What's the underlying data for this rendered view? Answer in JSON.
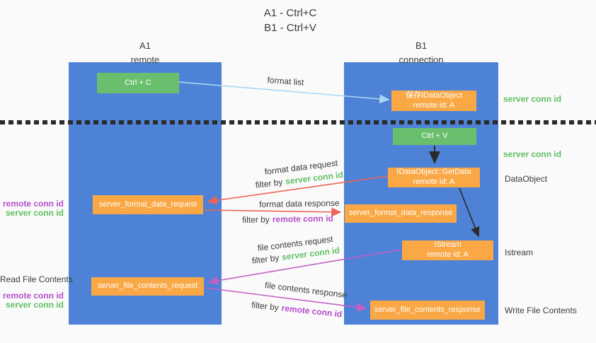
{
  "title": {
    "line1": "A1 - Ctrl+C",
    "line2": "B1 - Ctrl+V"
  },
  "columns": {
    "left": {
      "header_line1": "A1",
      "header_line2": "remote"
    },
    "right": {
      "header_line1": "B1",
      "header_line2": "connection"
    }
  },
  "nodes": {
    "ctrl_c": "Ctrl + C",
    "save_idataobject": {
      "line1": "保存IDataObject",
      "line2": "remote id: A"
    },
    "ctrl_v": "Ctrl + V",
    "getdata": {
      "line1": "IDataObject::GetData",
      "line2": "remote id: A"
    },
    "format_request": "server_format_data_request",
    "format_response": "server_format_data_response",
    "istream": {
      "line1": "IStream",
      "line2": "remote id: A"
    },
    "file_request": "server_file_contents_request",
    "file_response": "server_file_contents_response"
  },
  "side_labels": {
    "right_server_conn_id_top": "server conn id",
    "right_server_conn_id_mid": "server conn id",
    "dataobject": "DataObject",
    "istream": "Istream",
    "write_file_contents": "Write File Contents",
    "left_remote_conn_id_top": "remote conn id",
    "left_server_conn_id_top": "server conn id",
    "read_file_contents": "Read File Contents",
    "left_remote_conn_id_bottom": "remote conn id",
    "left_server_conn_id_bottom": "server conn id"
  },
  "edge_labels": {
    "format_list": "format list",
    "format_data_request": "format data request",
    "format_data_response": "format data response",
    "file_contents_request": "file contents request",
    "file_contents_response": "file contents response",
    "filter_by": "filter by",
    "server_conn_id": "server conn id",
    "remote_conn_id": "remote conn id"
  },
  "colors": {
    "background": "#fafafa",
    "column_blue": "#4d82d6",
    "box_green": "#6abf6e",
    "box_orange": "#f9a845",
    "arrow_light_blue": "#a9d7f2",
    "arrow_red": "#ee6357",
    "arrow_magenta": "#c25fc4",
    "arrow_black": "#2b2b2b",
    "label_green": "#5fbf63",
    "label_purple": "#b44ec9",
    "text_dark": "#3b3b3b"
  }
}
